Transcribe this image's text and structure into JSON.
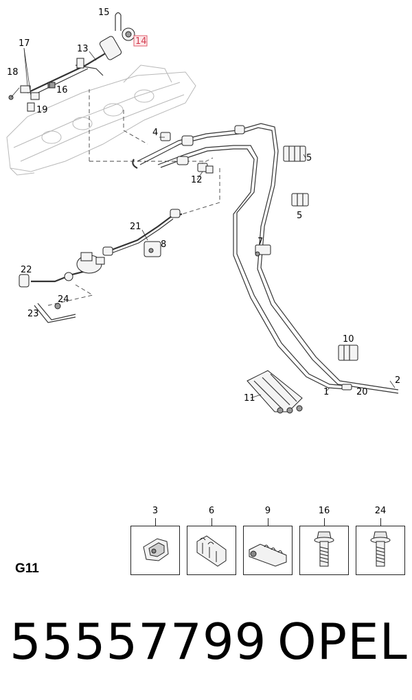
{
  "diagram": {
    "callouts": [
      "1",
      "2",
      "4",
      "5",
      "5",
      "7",
      "8",
      "10",
      "11",
      "12",
      "13",
      "14",
      "15",
      "16",
      "17",
      "18",
      "19",
      "20",
      "21",
      "22",
      "23",
      "24"
    ],
    "highlighted_callout": "14"
  },
  "detail_parts": [
    {
      "label": "3",
      "icon": "bracket-clip-icon"
    },
    {
      "label": "6",
      "icon": "pipe-clip-icon"
    },
    {
      "label": "9",
      "icon": "multi-pipe-holder-icon"
    },
    {
      "label": "16",
      "icon": "flange-bolt-icon"
    },
    {
      "label": "24",
      "icon": "flange-bolt-icon"
    }
  ],
  "group_code": "G11",
  "part_number": "55557799",
  "brand": "OPEL"
}
